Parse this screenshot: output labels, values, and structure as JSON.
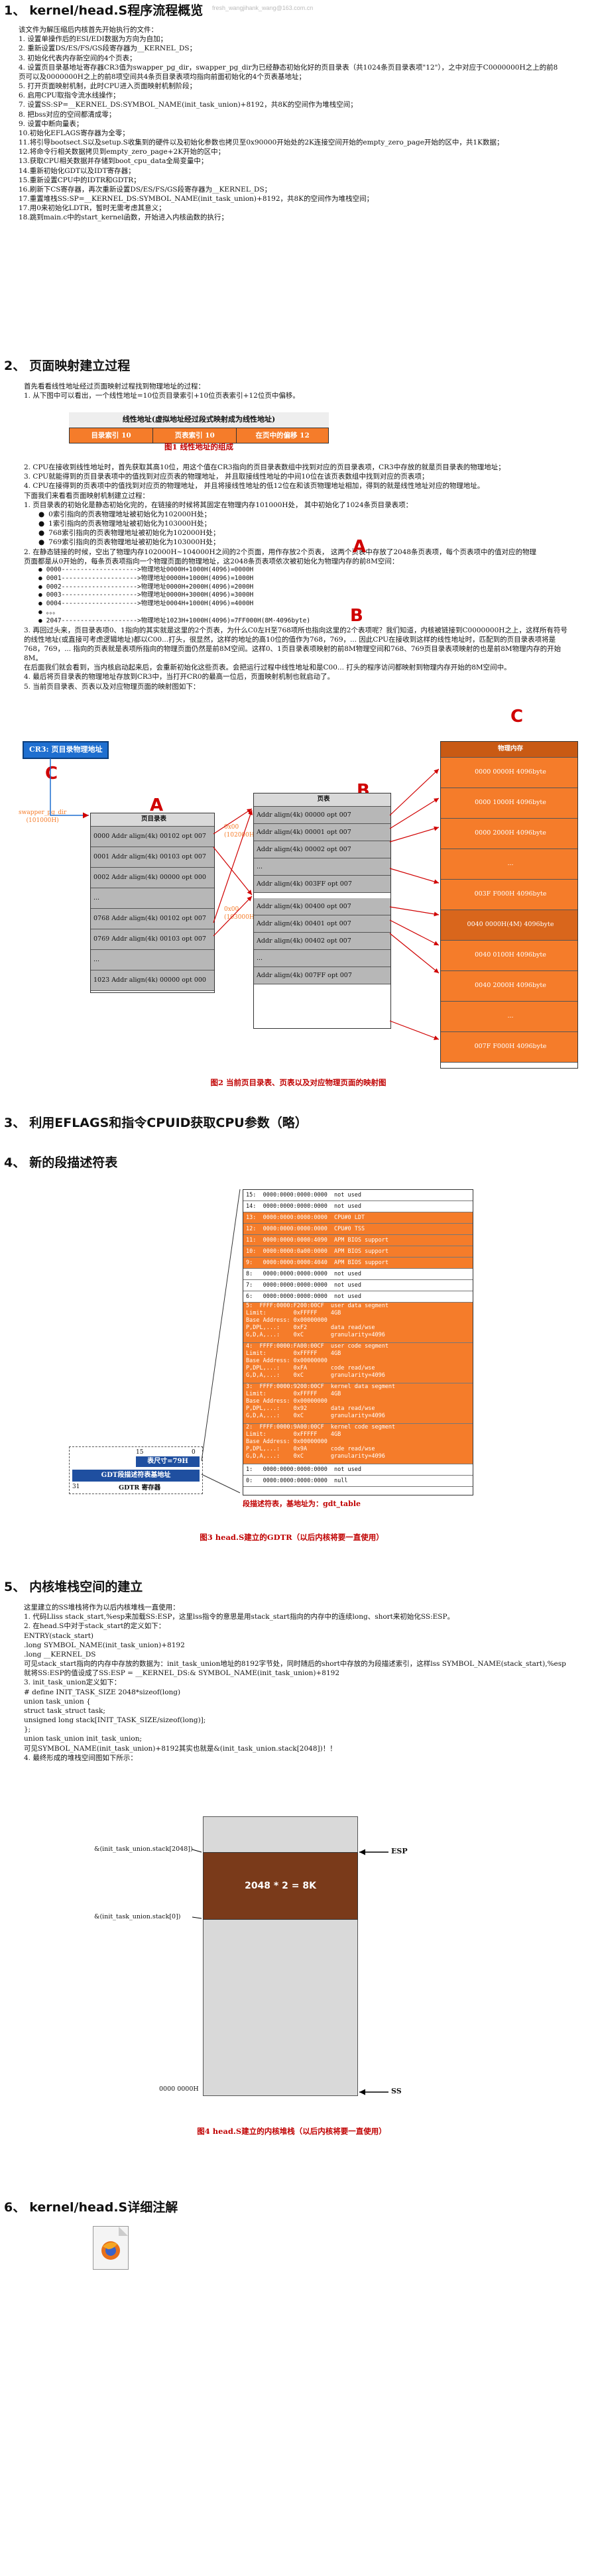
{
  "watermark": "fresh_wangjihank_wang@163.com.cn",
  "s1": {
    "num": "1、",
    "title": "kernel/head.S程序流程概览",
    "intro": "该文件为解压缩后内核首先开始执行的文件：",
    "items": [
      "1. 设置单操作后的ESI/EDI数据为方向为自加；",
      "2. 重新设置DS/ES/FS/GS段寄存器为__KERNEL_DS；",
      "3. 初始化代表内存新空间的4个页表；",
      "4. 设置页目录基地址寄存器CR3值为swapper_pg_dir，swapper_pg_dir为已经静态初始化好的页目录表（共1024条页目录表项\"12\"），之中对应于C0000000H之上的前8页可以及0000000H之上的前8项空间共4条页目录表项均指向前面初始化的4个页表基地址；",
      "5. 打开页面映射机制，此时CPU进入页面映射机制阶段；",
      "6. 启用CPU取指令流水线操作；",
      "7. 设置SS:SP=__KERNEL_DS:SYMBOL_NAME(init_task_union)+8192，共8K的空间作为堆栈空间；",
      "8. 把bss对应的空间都清成零；",
      "9. 设置中断向量表；",
      "10.初始化EFLAGS寄存器为全零；",
      "11.将引导bootsect.S以及setup.S收集到的硬件以及初始化参数也拷贝至0x90000开始处的2K连接空间开始的empty_zero_page开始的区中，共1K数据；",
      "12.将命令行相关数据拷贝到empty_zero_page+2K开始的区中；",
      "13.获取CPU相关数据并存储到boot_cpu_data全局变量中；",
      "14.重新初始化GDT以及IDT寄存器；",
      "15.重新设置CPU中的IDTR和GDTR；",
      "16.刷新下CS寄存器，再次重新设置DS/ES/FS/GS段寄存器为__KERNEL_DS；",
      "17.重置堆栈SS:SP=__KERNEL_DS:SYMBOL_NAME(init_task_union)+8192，共8K的空间作为堆栈空间；",
      "17.用0来初始化LDTR，暂时无需考虑其意义；",
      "18.跳到main.c中的start_kernel函数，开始进入内核函数的执行；"
    ]
  },
  "s2": {
    "num": "2、",
    "title": "页面映射建立过程",
    "intro": [
      "首先看看线性地址经过页面映射过程找到物理地址的过程：",
      "1. 从下图中可以看出，一个线性地址=10位页目录索引+10位页表索引+12位页中偏移。"
    ],
    "fig1_title": "线性地址(虚拟地址经过段式映射成为线性地址)",
    "fig1_cells": [
      "目录索引 10",
      "页表索引 10",
      "在页中的偏移 12"
    ],
    "fig1_caption": "图1  线性地址的组成",
    "body1": [
      "2. CPU在接收到线性地址时，首先获取其高10位，用这个值在CR3指向的页目录表数组中找到对应的页目录表项，CR3中存放的就是页目录表的物理地址；",
      "3. CPU就能得到的页目录表项中的值找到对应页表的物理地址，  并且取接线性地址的中间10位在该页表数组中找到对应的页表项；",
      "4. CPU在接得到的页表项中的值找到对应页的物理地址，  并且将接线性地址的低12位在和该页物理地址相加，得到的就是线性地址对应的物理地址。",
      "下面我们来看看页面映射机制建立过程："
    ],
    "body2_head": "1. 页目录表的初始化是静态初始化完的，在链接的时候将其固定在物理内存101000H处，  其中初始化了1024条页目录表项：",
    "bullets_a": [
      "0索引指向的页表物理地址被初始化为102000H处；",
      "1索引指向的页表物理地址被初始化为103000H处；",
      "768索引指向的页表物理地址被初始化为102000H处；",
      "769索引指向的页表物理地址被初始化为103000H处；"
    ],
    "body3_head": "2. 在静态链接的时候，空出了物理内存102000H~104000H之间的2个页面，用作存放2个页表，  这两个页表中存放了2048条页表项，每个页表项中的值对应的物理页面都是从0开始的，每条页表项指向一个物理页面的物理地址，这2048条页表项依次被初始化为物理内存的前8M空间：",
    "bullets_b": [
      "0000-------------------->物理地址0000H+1000H(4096)=0000H",
      "0001-------------------->物理地址0000H+1000H(4096)=1000H",
      "0002-------------------->物理地址0000H+2000H(4096)=2000H",
      "0003-------------------->物理地址0000H+3000H(4096)=3000H",
      "0004-------------------->物理地址0004H+1000H(4096)=4000H",
      "。。。",
      "2047-------------------->物理地址1023H+1000H(4096)=7FF000H(8M-4096byte)"
    ],
    "body4": [
      "3. 再回过头来，页目录表项0、1指向的其实就是这里的2个页表，为什么C0左H至768项所也指向这里的2个表项呢？我们知道，内核被链接到C0000000H之上，这样所有符号的线性地址(或直接可考虑逻辑地址)都以C00...打头，很显然，这样的地址的高10位的值作为768，769，... 因此CPU在接收到这样的线性地址时，匹配到的页目录表项将是768，769，... 指向的页表就是表项所指向的物理页面仍然是前8M空间。这样0、1页目录表项映射的前8M物理空间和768、769页目录表项映射的也是前8M物理内存的开始8M。",
      "在后面我们就会看到，当内核启动起来后，会重新初始化这些页表。会把运行过程中线性地址和是C00... 打头的程序访问都映射到物理内存开始的8M空间中。",
      "4. 最后将页目录表的物理地址存放到CR3中，当打开CR0的最高一位后，页面映射机制也就启动了。",
      "5. 当前页目录表、页表以及对应物理页面的映射图如下："
    ],
    "letterA": "A",
    "letterB": "B",
    "letterC": "C",
    "fig2": {
      "cr3_label": "CR3: 页目录物理地址",
      "c_label": "swapper_pg_dir\n(101000H)",
      "dir_title": "页目录表",
      "dir_rows": [
        "0000  Addr align(4k) 00102 opt 007",
        "0001  Addr align(4k) 00103 opt 007",
        "0002  Addr align(4k) 00000 opt 000",
        "...",
        "0768  Addr align(4k) 00102 opt 007",
        "0769  Addr align(4k) 00103 opt 007",
        "...",
        "1023  Addr align(4k) 00000 opt 000"
      ],
      "pt_title": "页表",
      "pt_rows_top": [
        "Addr align(4k) 00000 opt 007",
        "Addr align(4k) 00001 opt 007",
        "Addr align(4k) 00002 opt 007",
        "...",
        "Addr align(4k) 003FF opt 007"
      ],
      "pt_rows_bot": [
        "Addr align(4k) 00400 opt 007",
        "Addr align(4k) 00401 opt 007",
        "Addr align(4k) 00402 opt 007",
        "...",
        "Addr align(4k) 007FF opt 007"
      ],
      "addr_top": "0x00\n(102000H)",
      "addr_bot": "0x00\n(103000H)",
      "phys_title": "物理内存",
      "phys_rows": [
        "0000 0000H 4096byte",
        "0000 1000H 4096byte",
        "0000 2000H 4096byte",
        "...",
        "003F F000H 4096byte",
        "0040 0000H(4M) 4096byte",
        "0040 0100H 4096byte",
        "0040 2000H 4096byte",
        "...",
        "007F F000H 4096byte"
      ],
      "caption": "图2  当前页目录表、页表以及对应物理页面的映射图"
    }
  },
  "s3": {
    "num": "3、",
    "title": "利用EFLAGS和指令CPUID获取CPU参数（略）"
  },
  "s4": {
    "num": "4、",
    "title": "新的段描述符表",
    "gdt_rows": [
      "15:  0000:0000:0000:0000  not used",
      "14:  0000:0000:0000:0000  not used",
      "13:  0000:0000:0000:0000  CPU#0 LDT",
      "12:  0000:0000:0000:0000  CPU#0 TSS",
      "11:  0000:0000:0000:4090  APM BIOS support",
      "10:  0000:0000:0a00:0000  APM BIOS support",
      "9:   0000:0000:0000:4040  APM BIOS support",
      "8:   0000:0000:0000:0000  not used",
      "7:   0000:0000:0000:0000  not used",
      "6:   0000:0000:0000:0000  not used",
      "5:  FFFF:0000:F200:00CF  user data segment\nLimit:        0xFFFFF    4GB\nBase Address: 0x00000000\nP,DPL,...:    0xF2       data read/wse\nG,D,A,...:    0xC        granularity=4096",
      "4:  FFFF:0000:FA00:00CF  user code segment\nLimit:        0xFFFFF    4GB\nBase Address: 0x00000000\nP,DPL,...:    0xFA       code read/wse\nG,D,A,...:    0xC        granularity=4096",
      "3:  FFFF:0000:9200:00CF  kernel data segment\nLimit:        0xFFFFF    4GB\nBase Address: 0x00000000\nP,DPL,...:    0x92       data read/wse\nG,D,A,...:    0xC        granularity=4096",
      "2:  FFFF:0000:9A00:00CF  kernel code segment\nLimit:        0xFFFFF    4GB\nBase Address: 0x00000000\nP,DPL,...:    0x9A       code read/wse\nG,D,A,...:    0xC        granularity=4096",
      "1:   0000:0000:0000:0000  not used",
      "0:   0000:0000:0000:0000  null"
    ],
    "gdtr": {
      "bits_hi": "15",
      "bits_lo": "0",
      "bits_top": "31",
      "size_label": "表尺寸=79H",
      "base_label": "GDT段描述符表基地址",
      "reg_label": "GDTR 寄存器"
    },
    "base_note": "段描述符表，基地址为：gdt_table",
    "caption": "图3  head.S建立的GDTR（以后内核将要一直使用）"
  },
  "s5": {
    "num": "5、",
    "title": "内核堆栈空间的建立",
    "lines": [
      "这里建立的SS堆栈将作为以后内核堆栈一直使用：",
      "1. 代码Lliss stack_start,%esp来加载SS:ESP，这里lss指令的意思是用stack_start指向的内存中的连续long、short来初始化SS:ESP。",
      "2. 在head.S中对于stack_start的定义如下：",
      "ENTRY(stack_start)",
      ".long SYMBOL_NAME(init_task_union)+8192",
      ".long __KERNEL_DS",
      "可见stack_start指向的内存中存放的数据为：init_task_union地址的8192字节处，同时随后的short中存放的为段描述索引，这样lss SYMBOL_NAME(stack_start),%esp就将SS:ESP的值设成了SS:ESP = __KERNEL_DS:& SYMBOL_NAME(init_task_union)+8192",
      "3. init_task_union定义如下：",
      "# define INIT_TASK_SIZE 2048*sizeof(long)",
      "union task_union {",
      "struct task_struct task;",
      "unsigned long stack[INIT_TASK_SIZE/sizeof(long)];",
      "};",
      "union task_union init_task_union;",
      "可见SYMBOL_NAME(init_task_union)+8192其实也就是&(init_task_union.stack[2048])！！",
      "4. 最终形成的堆栈空间图如下所示："
    ],
    "fig": {
      "top_label": "&(init_task_union.stack[2048])",
      "bot_label": "&(init_task_union.stack[0])",
      "zero_label": "0000 0000H",
      "esp_label": "ESP",
      "ss_label": "SS",
      "box_label": "2048 * 2 = 8K"
    },
    "caption": "图4  head.S建立的内核堆栈（以后内核将要一直使用）"
  },
  "s6": {
    "num": "6、",
    "title": "kernel/head.S详细注解"
  }
}
